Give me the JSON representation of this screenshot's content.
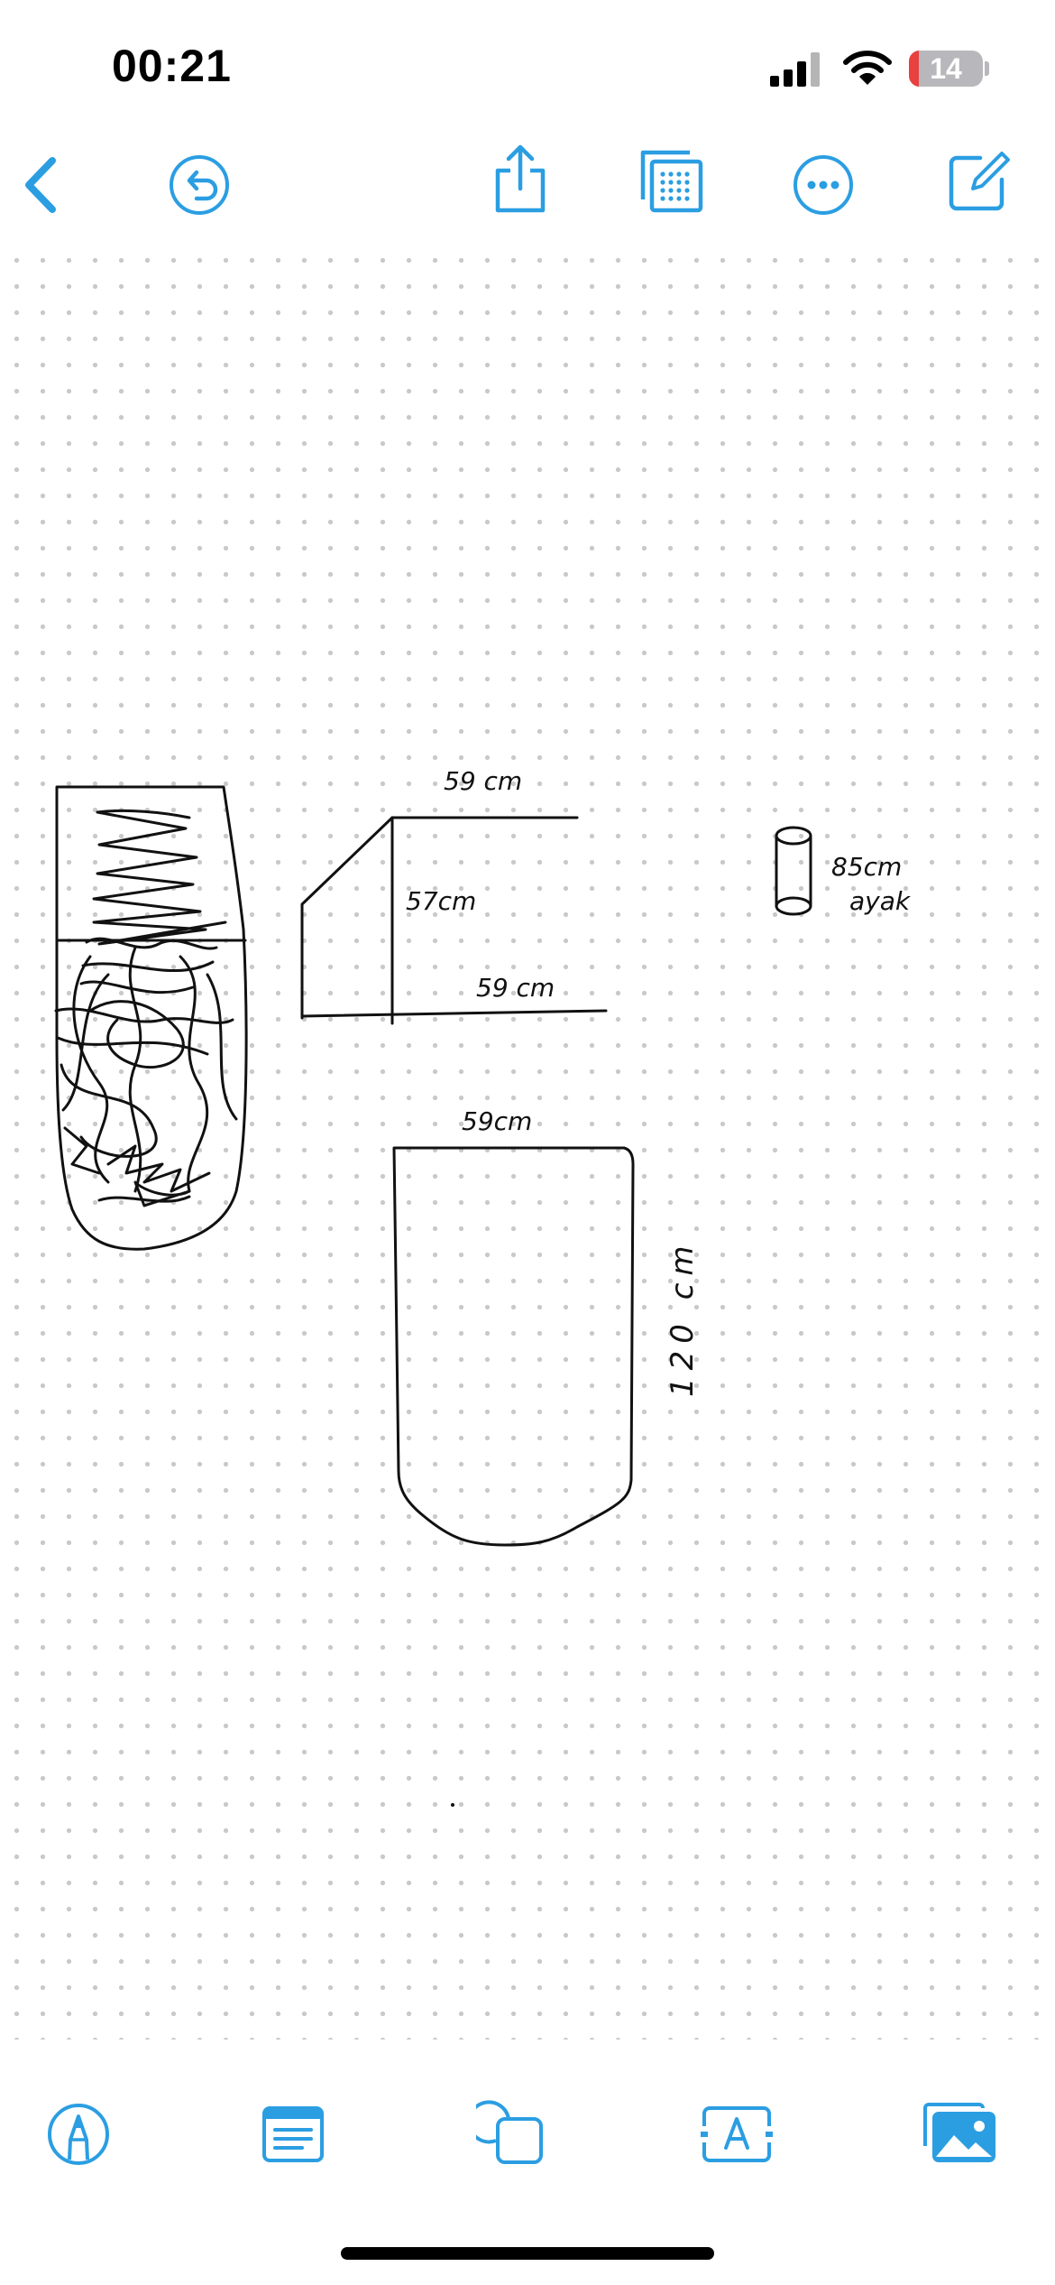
{
  "status_bar": {
    "time": "00:21",
    "battery_level": "14",
    "battery_fraction": 0.14
  },
  "toolbar_top": {
    "icons": [
      "back-chevron-icon",
      "undo-icon",
      "share-icon",
      "page-grid-icon",
      "more-icon",
      "compose-icon"
    ]
  },
  "canvas": {
    "labels": {
      "top_width": "59 cm",
      "side_height": "57cm",
      "bottom_width": "59 cm",
      "cylinder_height": "85cm",
      "cylinder_name": "ayak",
      "panel_width": "59cm",
      "panel_height": "120 cm"
    }
  },
  "toolbar_bottom": {
    "icons": [
      "pen-icon",
      "text-box-icon",
      "shapes-icon",
      "text-icon",
      "media-icon"
    ]
  },
  "colors": {
    "accent": "#2b9ee2",
    "ink": "#111111",
    "grid_dot": "#c9c9c9",
    "battery_low": "#e8413e"
  }
}
